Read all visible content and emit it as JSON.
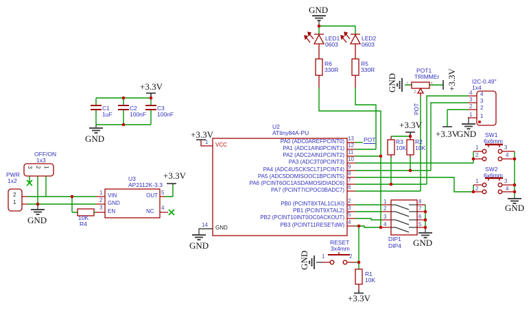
{
  "power": {
    "v33": "+3.3V",
    "gnd": "GND"
  },
  "led_section": {
    "led1": {
      "ref": "LED1",
      "val": "0603"
    },
    "led2": {
      "ref": "LED2",
      "val": "0603"
    },
    "r6": {
      "ref": "R6",
      "val": "330R"
    },
    "r5": {
      "ref": "R5",
      "val": "330R"
    }
  },
  "trimmer": {
    "ref": "POT1",
    "val": "TRIMMEr",
    "net": "POT",
    "p1": "1",
    "p2": "2",
    "p3": "3"
  },
  "i2c": {
    "ref": "I2C-0.49\"",
    "val": "1x4",
    "pins": [
      "4",
      "3",
      "2",
      "1"
    ]
  },
  "pullups": {
    "r3": {
      "ref": "R3",
      "val": "10K"
    },
    "r2": {
      "ref": "R2",
      "val": "10K"
    }
  },
  "sw1": {
    "ref": "SW1",
    "val": "6x6mm",
    "p": [
      "1",
      "2",
      "3",
      "4"
    ]
  },
  "sw2": {
    "ref": "SW2",
    "val": "6x6mm",
    "p": [
      "1",
      "2",
      "3",
      "4"
    ]
  },
  "mcu": {
    "ref": "U2",
    "val": "ATtiny84A-PU",
    "pot_net": "POT",
    "vcc": {
      "num": "1",
      "name": "VCC"
    },
    "gnd": {
      "num": "14",
      "name": "GND"
    },
    "pins": [
      {
        "num": "13",
        "name": "PA0 (ADC0AREFPCINT0)"
      },
      {
        "num": "12",
        "name": "PA1 (ADC1AIN0PCINT1)"
      },
      {
        "num": "11",
        "name": "PA2 (ADC2AIN1PCINT2)"
      },
      {
        "num": "10",
        "name": "PA3 (ADC3T0PCINT3)"
      },
      {
        "num": "9",
        "name": "PA4 (ADC4USCKSCLT1PCINT4)"
      },
      {
        "num": "8",
        "name": "PA5 (ADC5DOMISOOC1BPCINT5)"
      },
      {
        "num": "7",
        "name": "PA6 (PCINT6OC1ASDAMOSIDIADC6)"
      },
      {
        "num": "6",
        "name": "PA7 (PCINT7ICPOC0BADC7)"
      },
      {
        "num": "2",
        "name": "PB0 (PCINT8XTAL1CLKI)"
      },
      {
        "num": "3",
        "name": "PB1 (PCINT9XTAL2)"
      },
      {
        "num": "5",
        "name": "PB2 (PCINT10INT0OC0ACKOUT)"
      },
      {
        "num": "4",
        "name": "PB3 (PCINT11RESETdW)"
      }
    ]
  },
  "reg": {
    "ref": "U3",
    "val": "AP2112K-3.3",
    "vin": {
      "num": "1",
      "name": "VIN"
    },
    "gnd": {
      "num": "2",
      "name": "GND"
    },
    "en": {
      "num": "3",
      "name": "EN"
    },
    "out": {
      "num": "5",
      "name": "OUT"
    },
    "nc": {
      "num": "4",
      "name": "NC"
    }
  },
  "pwrconn": {
    "ref": "PWR",
    "val": "1x2",
    "p1": "1",
    "p2": "2"
  },
  "offon": {
    "ref": "OFF/ON",
    "val": "1x3",
    "p1": "1",
    "p2": "2",
    "p3": "3"
  },
  "r4": {
    "ref": "R4",
    "val": "10K"
  },
  "caps": {
    "c1": {
      "ref": "C1",
      "val": "1uF"
    },
    "c2": {
      "ref": "C2",
      "val": "100nF"
    },
    "c3": {
      "ref": "C3",
      "val": "100nF"
    }
  },
  "reset": {
    "ref": "RESET",
    "val": "3x4mm",
    "p1": "1",
    "p2": "2",
    "r1": {
      "ref": "R1",
      "val": "10K"
    }
  },
  "dip": {
    "ref1": "DIP1",
    "ref4": "DIP4",
    "left": [
      "1",
      "2",
      "3",
      "4"
    ],
    "right": [
      "8",
      "7",
      "6",
      "5"
    ]
  },
  "colors": {
    "wire": "#009600",
    "part": "#A00000",
    "label": "#2f2fbe",
    "junction": "#C00000"
  }
}
